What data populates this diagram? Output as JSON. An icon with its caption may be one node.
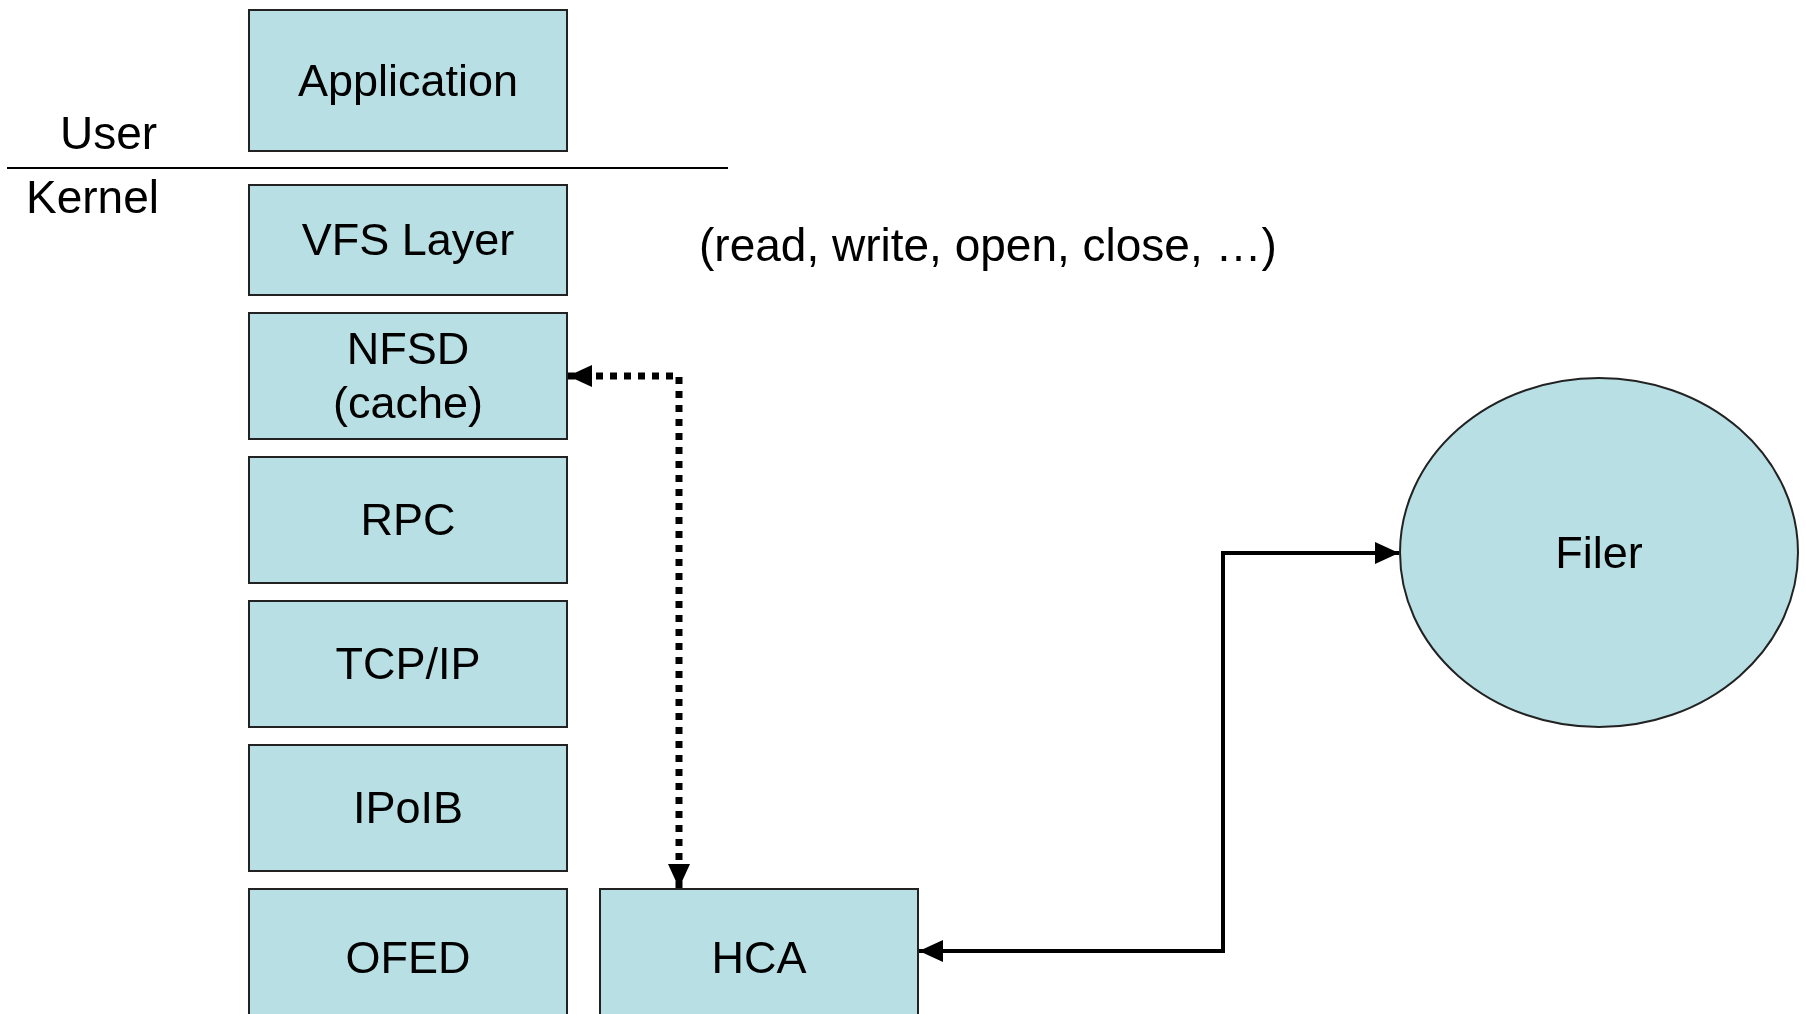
{
  "diagram": {
    "nodes": [
      {
        "text": [
          "Application"
        ]
      },
      {
        "text": [
          "VFS Layer"
        ]
      },
      {
        "text": [
          "NFSD (cache)"
        ]
      },
      {
        "text": [
          "RPC"
        ]
      },
      {
        "text": [
          "TCP/IP"
        ]
      },
      {
        "text": [
          "IPoIB"
        ]
      },
      {
        "text": [
          "OFED"
        ]
      },
      {
        "text": [
          "HCA"
        ]
      },
      {
        "text": [
          "Filer"
        ]
      }
    ],
    "edges": [
      {
        "from": 2,
        "to": 7,
        "arrow": "both",
        "style": "dashed"
      },
      {
        "from": 7,
        "to": 8,
        "arrow": "both"
      }
    ],
    "labels": [
      "User",
      "Kernel",
      "(read, write, open, close, …)"
    ]
  }
}
